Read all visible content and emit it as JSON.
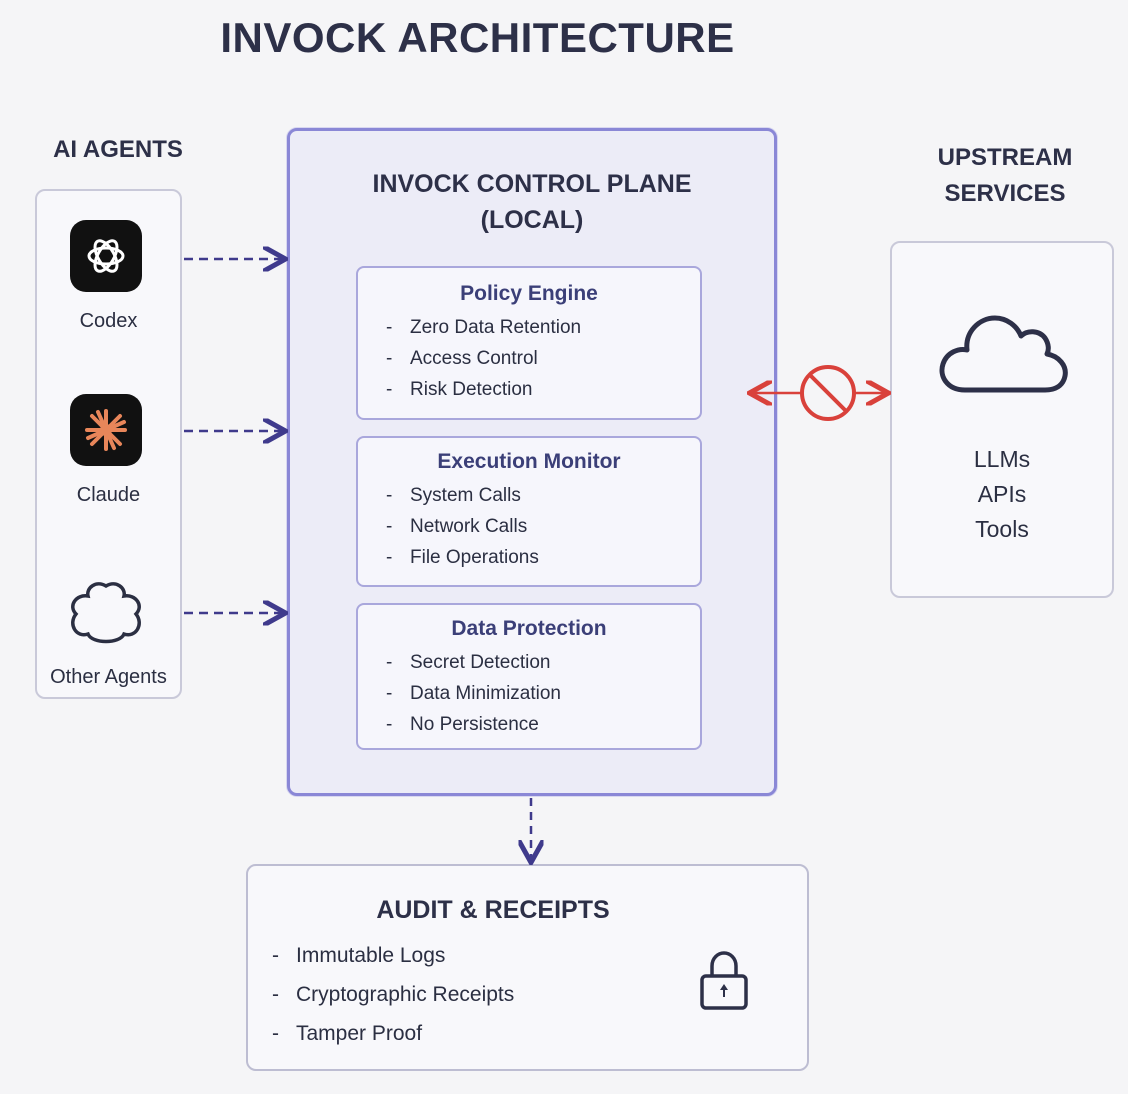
{
  "title": "INVOCK ARCHITECTURE",
  "agents": {
    "heading": "AI AGENTS",
    "items": [
      {
        "label": "Codex",
        "icon": "openai-icon"
      },
      {
        "label": "Claude",
        "icon": "claude-icon"
      },
      {
        "label": "Other Agents",
        "icon": "blob-icon"
      }
    ]
  },
  "control_plane": {
    "title_line1": "INVOCK CONTROL PLANE",
    "title_line2": "(LOCAL)",
    "modules": [
      {
        "title": "Policy Engine",
        "items": [
          "Zero Data Retention",
          "Access Control",
          "Risk Detection"
        ]
      },
      {
        "title": "Execution Monitor",
        "items": [
          "System Calls",
          "Network Calls",
          "File Operations"
        ]
      },
      {
        "title": "Data Protection",
        "items": [
          "Secret Detection",
          "Data Minimization",
          "No Persistence"
        ]
      }
    ]
  },
  "upstream": {
    "heading_line1": "UPSTREAM",
    "heading_line2": "SERVICES",
    "icon": "cloud-icon",
    "items": [
      "LLMs",
      "APIs",
      "Tools"
    ]
  },
  "audit": {
    "title": "AUDIT & RECEIPTS",
    "items": [
      "Immutable Logs",
      "Cryptographic Receipts",
      "Tamper Proof"
    ],
    "icon": "lock-icon"
  },
  "colors": {
    "accent": "#3f3a8c",
    "blocked": "#d9413b",
    "plane_border": "#8a87d6"
  },
  "dash": "-"
}
